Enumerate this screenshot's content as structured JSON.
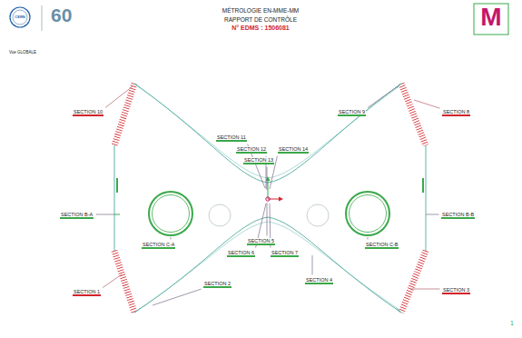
{
  "diagram": {
    "title": "MÉTROLOGIE EN-MME-MM",
    "labels": [
      "CERN",
      "60",
      "RAPPORT DE CONTRÔLE",
      "N° EDMS : 1506081",
      "M",
      "Vue GLOBALE",
      "SECTION 10",
      "SECTION 9",
      "SECTION 8",
      "SECTION 11",
      "SECTION 12",
      "SECTION 14",
      "SECTION 13",
      "SECTION B-A",
      "SECTION B-B",
      "SECTION C-A",
      "SECTION 5",
      "SECTION C-B",
      "SECTION 6",
      "SECTION 7",
      "SECTION 4",
      "SECTION 2",
      "SECTION 1",
      "SECTION 3",
      "1"
    ]
  }
}
